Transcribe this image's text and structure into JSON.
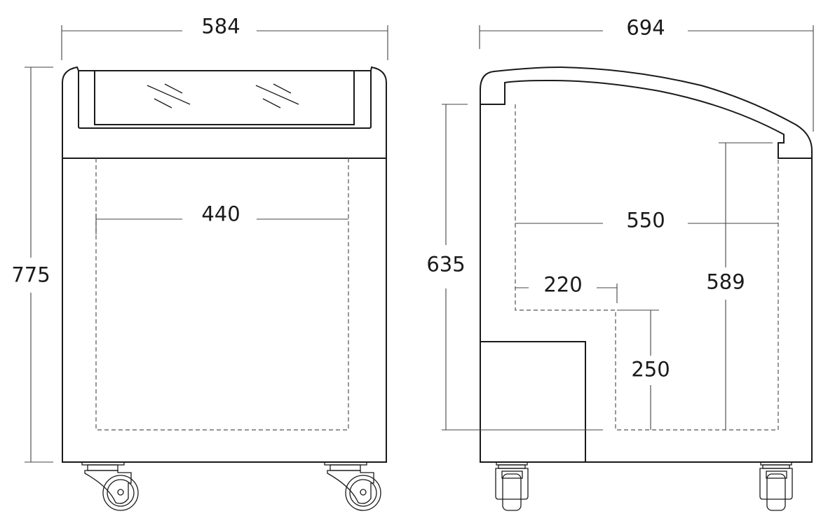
{
  "front_view": {
    "width_label": "584",
    "height_label": "775",
    "inner_width_label": "440"
  },
  "side_view": {
    "depth_label": "694",
    "inner_height_label": "635",
    "inner_depth_label": "550",
    "step_depth_label": "220",
    "inner_height_right_label": "589",
    "step_height_label": "250"
  },
  "colors": {
    "line": "#1a1a1a",
    "background": "#ffffff"
  }
}
